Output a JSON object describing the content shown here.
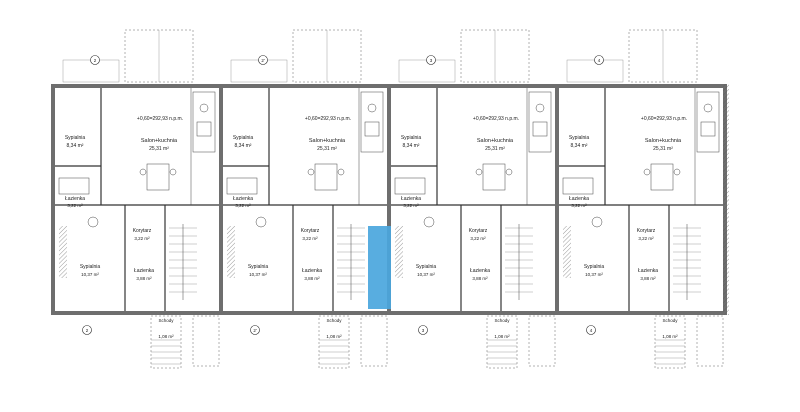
{
  "floor_plan": {
    "units": [
      {
        "level": "+0,60=292,93 n.p.m.",
        "living": {
          "name": "Salon+kuchnia",
          "area": "25,31 m²"
        },
        "bedroom_top": {
          "name": "Sypialnia",
          "area": "8,34 m²"
        },
        "hall": {
          "name": "Korytarz",
          "area": "3,22 m²"
        },
        "bedroom_bottom": {
          "name": "Sypialnia",
          "area": "10,37 m²"
        },
        "bathroom": {
          "name": "Łazienka",
          "area": "3,88 m²"
        },
        "stairs": {
          "name": "Schody",
          "area": "1,08 m²"
        },
        "wc": {
          "name": "Łazienka",
          "area": "3,22 m²"
        }
      },
      {
        "level": "+0,60=292,93 n.p.m.",
        "living": {
          "name": "Salon+kuchnia",
          "area": "25,31 m²"
        },
        "bedroom_top": {
          "name": "Sypialnia",
          "area": "8,34 m²"
        },
        "hall": {
          "name": "Korytarz",
          "area": "3,22 m²"
        },
        "bedroom_bottom": {
          "name": "Sypialnia",
          "area": "10,37 m²"
        },
        "bathroom": {
          "name": "Łazienka",
          "area": "3,88 m²"
        },
        "stairs": {
          "name": "Schody",
          "area": "1,08 m²"
        },
        "wc": {
          "name": "Łazienka",
          "area": "3,22 m²"
        }
      },
      {
        "level": "+0,60=292,93 n.p.m.",
        "living": {
          "name": "Salon+kuchnia",
          "area": "25,31 m²"
        },
        "bedroom_top": {
          "name": "Sypialnia",
          "area": "8,34 m²"
        },
        "hall": {
          "name": "Korytarz",
          "area": "3,22 m²"
        },
        "bedroom_bottom": {
          "name": "Sypialnia",
          "area": "10,37 m²"
        },
        "bathroom": {
          "name": "Łazienka",
          "area": "3,88 m²"
        },
        "stairs": {
          "name": "Schody",
          "area": "1,08 m²"
        },
        "wc": {
          "name": "Łazienka",
          "area": "3,22 m²"
        }
      },
      {
        "level": "+0,60=292,93 n.p.m.",
        "living": {
          "name": "Salon+kuchnia",
          "area": "25,31 m²"
        },
        "bedroom_top": {
          "name": "Sypialnia",
          "area": "8,34 m²"
        },
        "hall": {
          "name": "Korytarz",
          "area": "3,22 m²"
        },
        "bedroom_bottom": {
          "name": "Sypialnia",
          "area": "10,37 m²"
        },
        "bathroom": {
          "name": "Łazienka",
          "area": "3,88 m²"
        },
        "stairs": {
          "name": "Schody",
          "area": "1,08 m²"
        },
        "wc": {
          "name": "Łazienka",
          "area": "3,22 m²"
        }
      }
    ],
    "axis_top": [
      "2",
      "2'",
      "3",
      "4"
    ],
    "axis_bottom": [
      "2",
      "2'",
      "3",
      "4"
    ],
    "highlight_color": "#4aa6dd",
    "wall_color": "#6e6e6e"
  }
}
